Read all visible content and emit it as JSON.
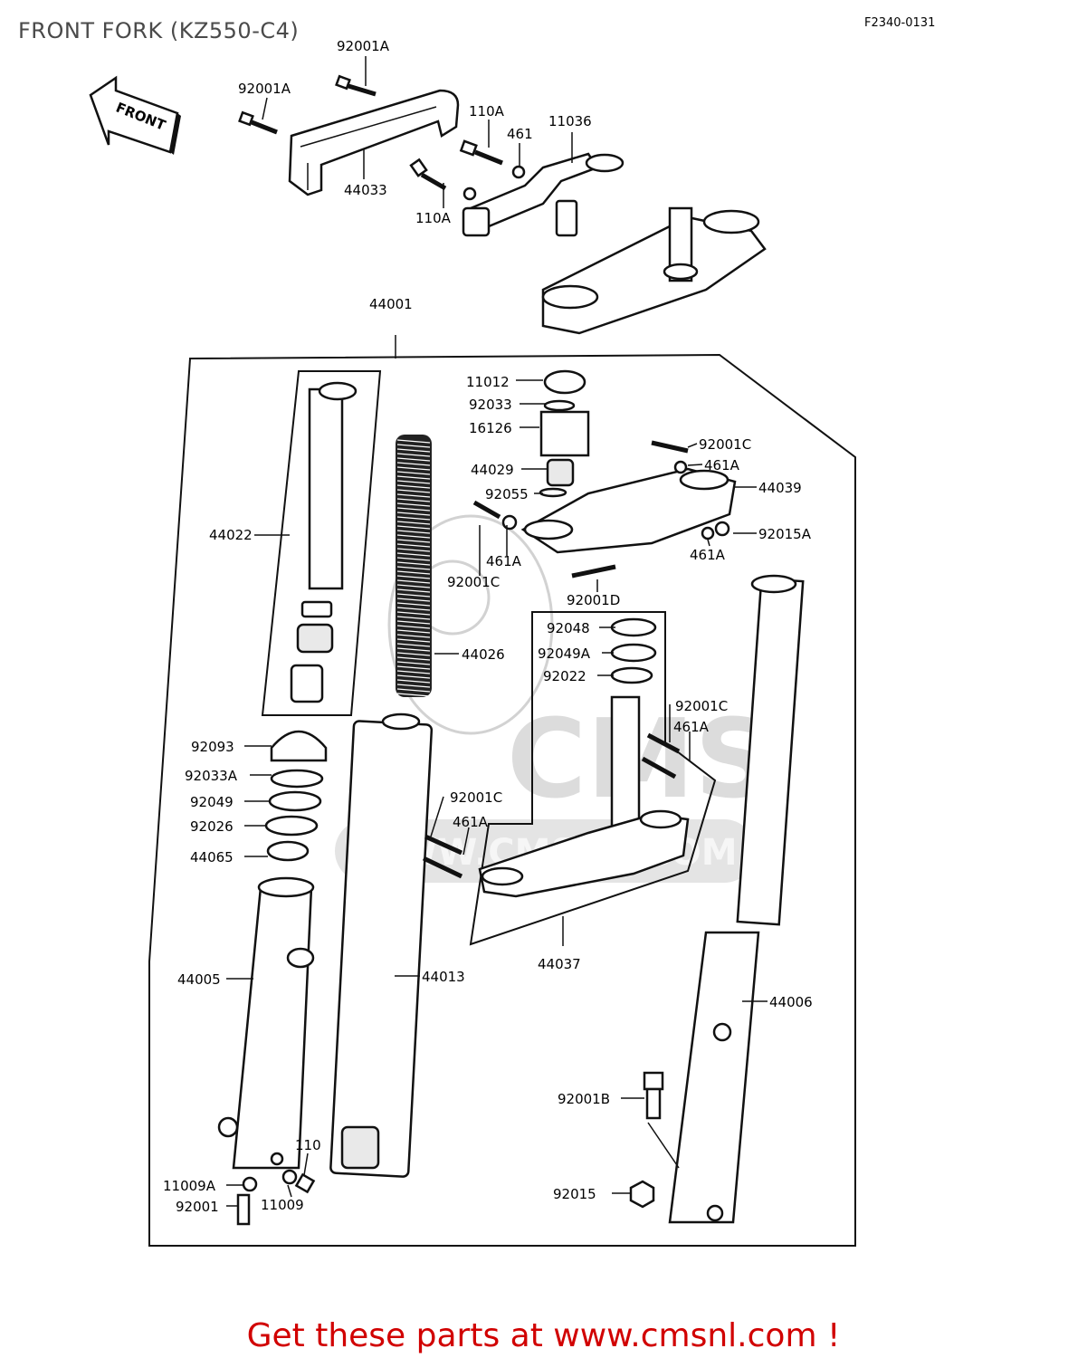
{
  "header": {
    "title": "FRONT FORK (KZ550-C4)",
    "diagram_code": "F2340-0131"
  },
  "direction_arrow": {
    "label": "FRONT"
  },
  "watermark": {
    "brand": "CMS",
    "url": "WWW.CMSNL.COM"
  },
  "footer": {
    "text": "Get these parts at www.cmsnl.com !"
  },
  "parts": {
    "p92001A_1": "92001A",
    "p92001A_2": "92001A",
    "p44033": "44033",
    "p110A_1": "110A",
    "p461": "461",
    "p11036": "11036",
    "p110A_2": "110A",
    "p44001": "44001",
    "p11012": "11012",
    "p92033": "92033",
    "p16126": "16126",
    "p44029": "44029",
    "p92055": "92055",
    "p92001C_1": "92001C",
    "p461A_1": "461A",
    "p44039": "44039",
    "p92015A": "92015A",
    "p461A_2": "461A",
    "p461A_3": "461A",
    "p92001C_2": "92001C",
    "p92001D": "92001D",
    "p44022": "44022",
    "p44026": "44026",
    "p92048": "92048",
    "p92049A": "92049A",
    "p92022": "92022",
    "p92001C_3": "92001C",
    "p461A_4": "461A",
    "p92093": "92093",
    "p92033A": "92033A",
    "p92049": "92049",
    "p92026": "92026",
    "p44065": "44065",
    "p92001C_4": "92001C",
    "p461A_5": "461A",
    "p44037": "44037",
    "p44005": "44005",
    "p44013": "44013",
    "p44006": "44006",
    "p92001B": "92001B",
    "p110": "110",
    "p11009A": "11009A",
    "p92001": "92001",
    "p11009": "11009",
    "p92015": "92015"
  }
}
